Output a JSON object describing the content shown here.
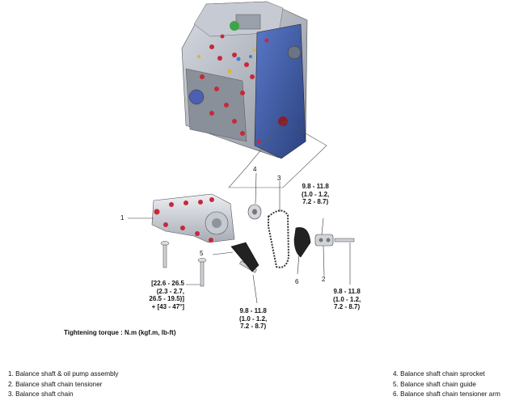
{
  "diagram": {
    "callouts": {
      "n1": "1",
      "n2": "2",
      "n3": "3",
      "n4": "4",
      "n5": "5",
      "n6": "6",
      "torque_top": [
        "9.8 - 11.8",
        "(1.0 - 1.2,",
        "7.2 - 8.7)"
      ],
      "torque_right": [
        "9.8 - 11.8",
        "(1.0 - 1.2,",
        "7.2 - 8.7)"
      ],
      "torque_bottom": [
        "9.8 - 11.8",
        "(1.0 - 1.2,",
        "7.2 - 8.7)"
      ],
      "torque_left": [
        "[22.6 - 26.5",
        "(2.3 - 2.7,",
        "26.5 - 19.5)]",
        "+ [43 - 47°]"
      ]
    },
    "tightening_label": "Tightening torque : N.m (kgf.m, lb-ft)"
  },
  "legend": {
    "left": [
      "1. Balance shaft & oil pump assembly",
      "2. Balance shaft chain tensioner",
      "3. Balance shaft chain"
    ],
    "right": [
      "4. Balance shaft chain sprocket",
      "5. Balance shaft chain guide",
      "6. Balance shaft chain tensioner arm"
    ]
  },
  "colors": {
    "engine_blue": "#3f5fb0",
    "engine_grey": "#b8bcc4",
    "accent_red": "#c8283a",
    "accent_yellow": "#d9b53a",
    "accent_green": "#3fa34a"
  }
}
